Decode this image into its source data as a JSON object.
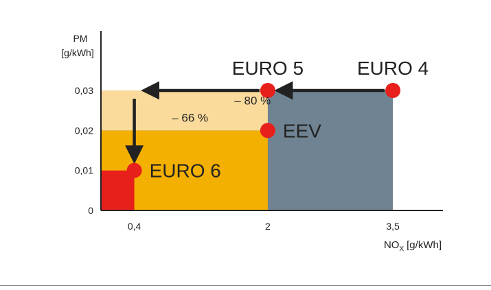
{
  "chart_data": {
    "type": "area",
    "ylabel_line1": "PM",
    "ylabel_line2": "[g/kWh]",
    "xlabel_main": "NO",
    "xlabel_sub": "X",
    "xlabel_unit": "[g/kWh]",
    "x_ticks": [
      {
        "value": 0.4,
        "label": "0,4"
      },
      {
        "value": 2,
        "label": "2"
      },
      {
        "value": 3.5,
        "label": "3,5"
      }
    ],
    "y_ticks": [
      {
        "value": 0,
        "label": "0"
      },
      {
        "value": 0.01,
        "label": "0,01"
      },
      {
        "value": 0.02,
        "label": "0,02"
      },
      {
        "value": 0.03,
        "label": "0,03"
      }
    ],
    "xlim": [
      0,
      4.1
    ],
    "ylim": [
      0,
      0.0449
    ],
    "regions": [
      {
        "name": "EURO 4",
        "nox": 3.5,
        "pm": 0.03,
        "color": "#6f8392"
      },
      {
        "name": "EURO 5 / EEV",
        "nox": 2,
        "pm": 0.02,
        "color": "#f4b000"
      },
      {
        "name": "EURO 5 band",
        "nox": 2,
        "pm": 0.03,
        "from_pm": 0.02,
        "color": "#fbdb9c"
      },
      {
        "name": "EURO 6",
        "nox": 0.4,
        "pm": 0.01,
        "color": "#e8201c"
      }
    ],
    "points": [
      {
        "label": "EURO 4",
        "nox": 3.5,
        "pm": 0.03,
        "label_pos": "above"
      },
      {
        "label": "EURO 5",
        "nox": 2,
        "pm": 0.03,
        "label_pos": "above"
      },
      {
        "label": "EEV",
        "nox": 2,
        "pm": 0.02,
        "label_pos": "right"
      },
      {
        "label": "EURO 6",
        "nox": 0.4,
        "pm": 0.01,
        "label_pos": "right"
      }
    ],
    "point_color": "#e8201c",
    "arrows": [
      {
        "from": [
          3.5,
          0.03
        ],
        "to": [
          2,
          0.03
        ]
      },
      {
        "from": [
          2,
          0.03
        ],
        "to": [
          0.4,
          0.03
        ]
      },
      {
        "from": [
          0.4,
          0.03
        ],
        "to": [
          0.4,
          0.01
        ]
      }
    ],
    "annotations": [
      {
        "text": "– 80 %",
        "nox": 1.6,
        "pm": 0.0265
      },
      {
        "text": "– 66 %",
        "nox": 0.85,
        "pm": 0.0222
      }
    ]
  }
}
